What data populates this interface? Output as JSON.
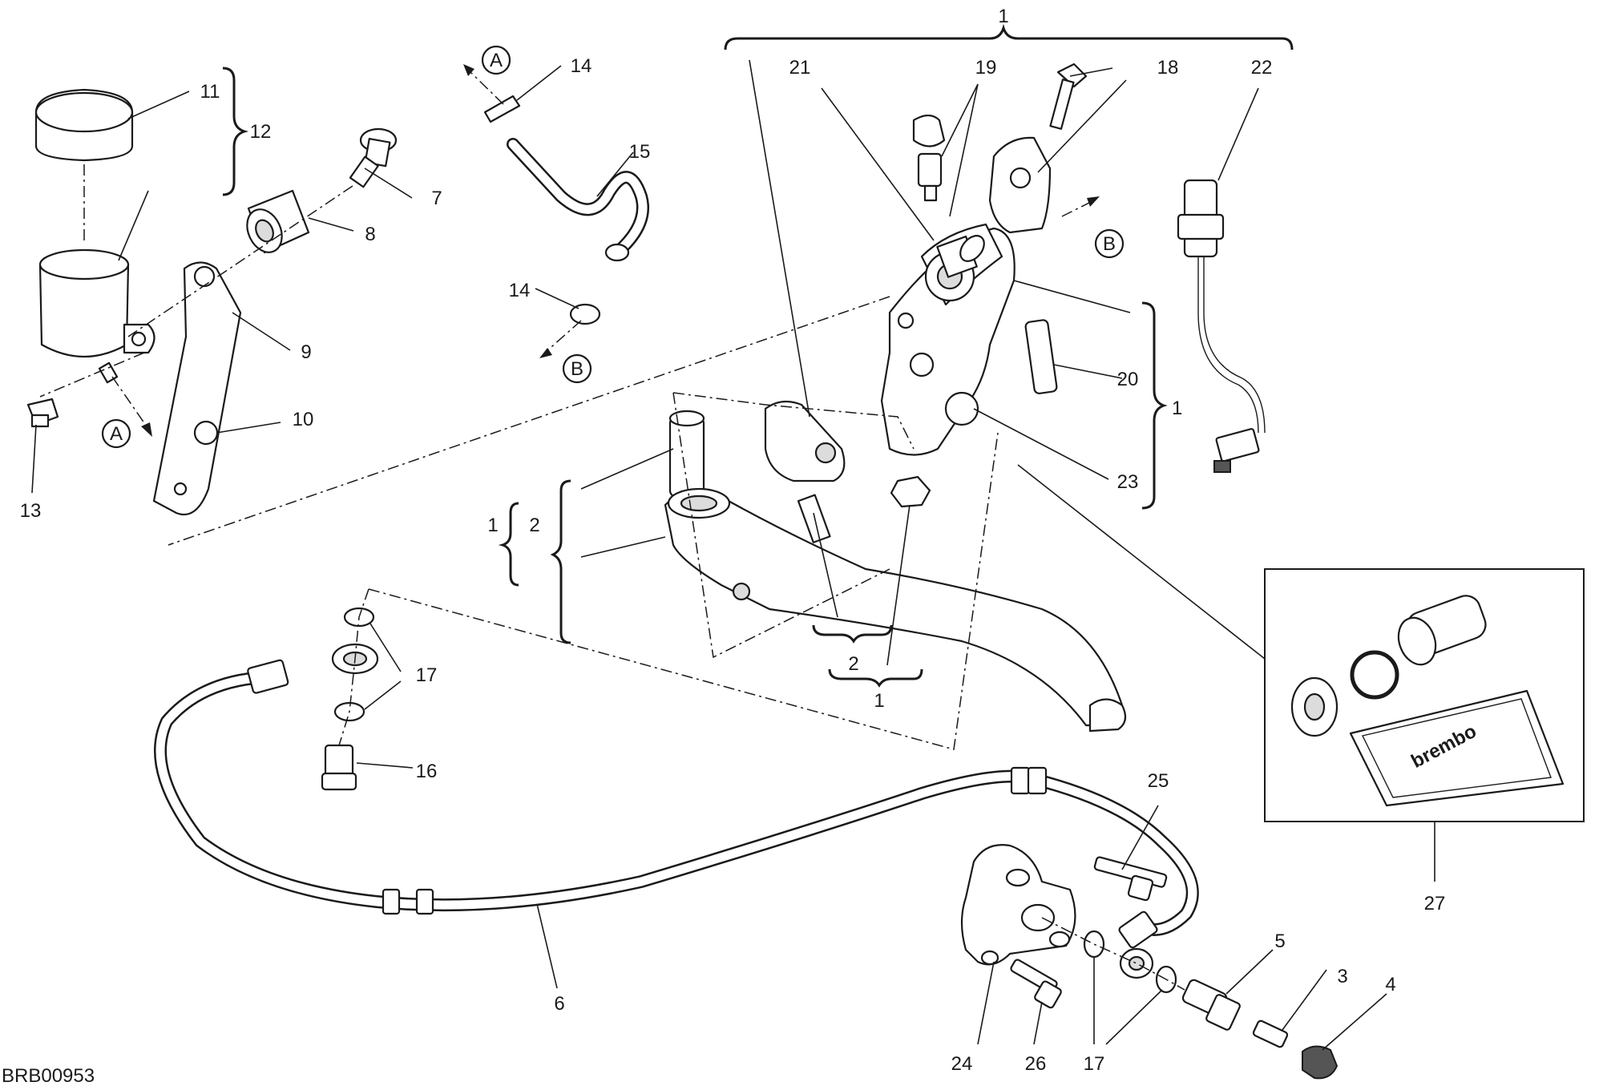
{
  "drawing_code": "BRB00953",
  "callouts": {
    "n1": "1",
    "n2": "2",
    "n3": "3",
    "n4": "4",
    "n5": "5",
    "n6": "6",
    "n7": "7",
    "n8": "8",
    "n9": "9",
    "n10": "10",
    "n11": "11",
    "n12": "12",
    "n13": "13",
    "n14": "14",
    "n15": "15",
    "n16": "16",
    "n17": "17",
    "n18": "18",
    "n19": "19",
    "n20": "20",
    "n21": "21",
    "n22": "22",
    "n23": "23",
    "n24": "24",
    "n25": "25",
    "n26": "26",
    "n27": "27"
  },
  "connection_markers": {
    "a": "A",
    "b": "B"
  },
  "kit_brand": "brembo"
}
